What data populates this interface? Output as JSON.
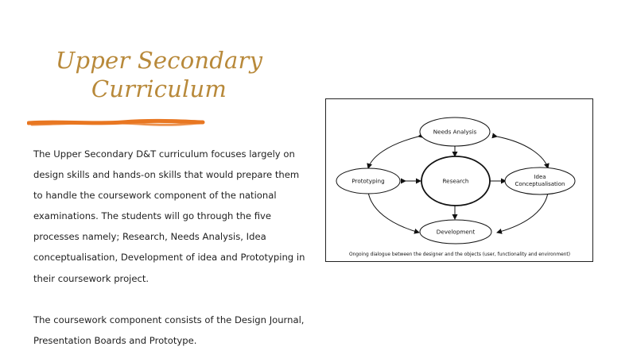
{
  "slide": {
    "title": "Upper Secondary\nCurriculum",
    "paragraphs": [
      "The Upper Secondary D&T curriculum focuses largely on design skills and hands-on skills that would prepare them to handle the coursework component of the national examinations. The students will go through the five processes namely; Research, Needs Analysis, Idea conceptualisation,  Development of idea and Prototyping in their coursework project.",
      "The coursework component consists of the Design Journal, Presentation Boards and Prototype."
    ]
  },
  "diagram": {
    "nodes": {
      "needs_analysis": "Needs Analysis",
      "research": "Research",
      "prototyping": "Prototyping",
      "idea_conceptualisation_line1": "Idea",
      "idea_conceptualisation_line2": "Conceptualisation",
      "development": "Development"
    },
    "caption": "Ongoing dialogue between the designer and the objects (user, functionality and environment)"
  },
  "colors": {
    "title": "#b8893a",
    "underline": "#e87722",
    "diagram_stroke": "#111111"
  }
}
